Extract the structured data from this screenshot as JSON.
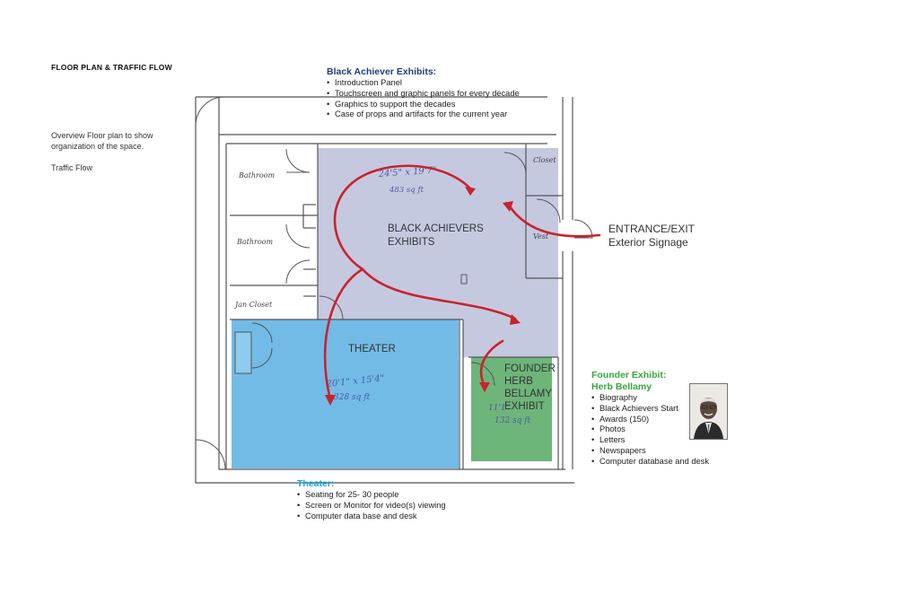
{
  "page_title": "FLOOR PLAN & TRAFFIC FLOW",
  "notes": {
    "overview": "Overview Floor plan to show organization of the space.",
    "traffic": "Traffic Flow"
  },
  "black_achiever_panel": {
    "heading": "Black Achiever Exhibits:",
    "items": [
      "Introduction Panel",
      "Touchscreen and graphic panels for every decade",
      "Graphics to support the decades",
      "Case of props and artifacts for the current year"
    ]
  },
  "theater_panel": {
    "heading": "Theater:",
    "items": [
      "Seating for 25- 30 people",
      "Screen or Monitor for video(s) viewing",
      "Computer data base and desk"
    ]
  },
  "founder_panel": {
    "heading_line1": "Founder Exhibit:",
    "heading_line2": "Herb Bellamy",
    "items": [
      "Biography",
      "Black Achievers Start",
      "Awards (150)",
      "Photos",
      "Letters",
      "Newspapers",
      "Computer database and desk"
    ]
  },
  "rooms": {
    "black_achievers": {
      "line1": "BLACK ACHIEVERS",
      "line2": "EXHIBITS",
      "dims": "24'5\" x 19'7\"",
      "area": "483 sq ft"
    },
    "theater": {
      "label": "THEATER",
      "dims": "20'1\" x 15'4\"",
      "area": "328 sq ft"
    },
    "founder": {
      "line1": "FOUNDER",
      "line2": "HERB",
      "line3": "BELLAMY",
      "line4": "EXHIBIT",
      "dims": "11'1\"",
      "area": "132 sq ft"
    },
    "bathroom1": "Bathroom",
    "bathroom2": "Bathroom",
    "jan_closet": "Jan Closet",
    "closet": "Closet",
    "vest": "Vest"
  },
  "entrance": {
    "line1": "ENTRANCE/EXIT",
    "line2": "Exterior Signage"
  },
  "colors": {
    "black_exhibit_fill": "#c2c6de",
    "theater_fill": "#6ab7e6",
    "founder_fill": "#6eb57a",
    "flow_arrow": "#c8232c",
    "black_heading": "#1f3f78",
    "theater_heading": "#1aa3d9",
    "founder_heading": "#3aa53f"
  },
  "icons": {
    "portrait": "portrait-photo"
  }
}
